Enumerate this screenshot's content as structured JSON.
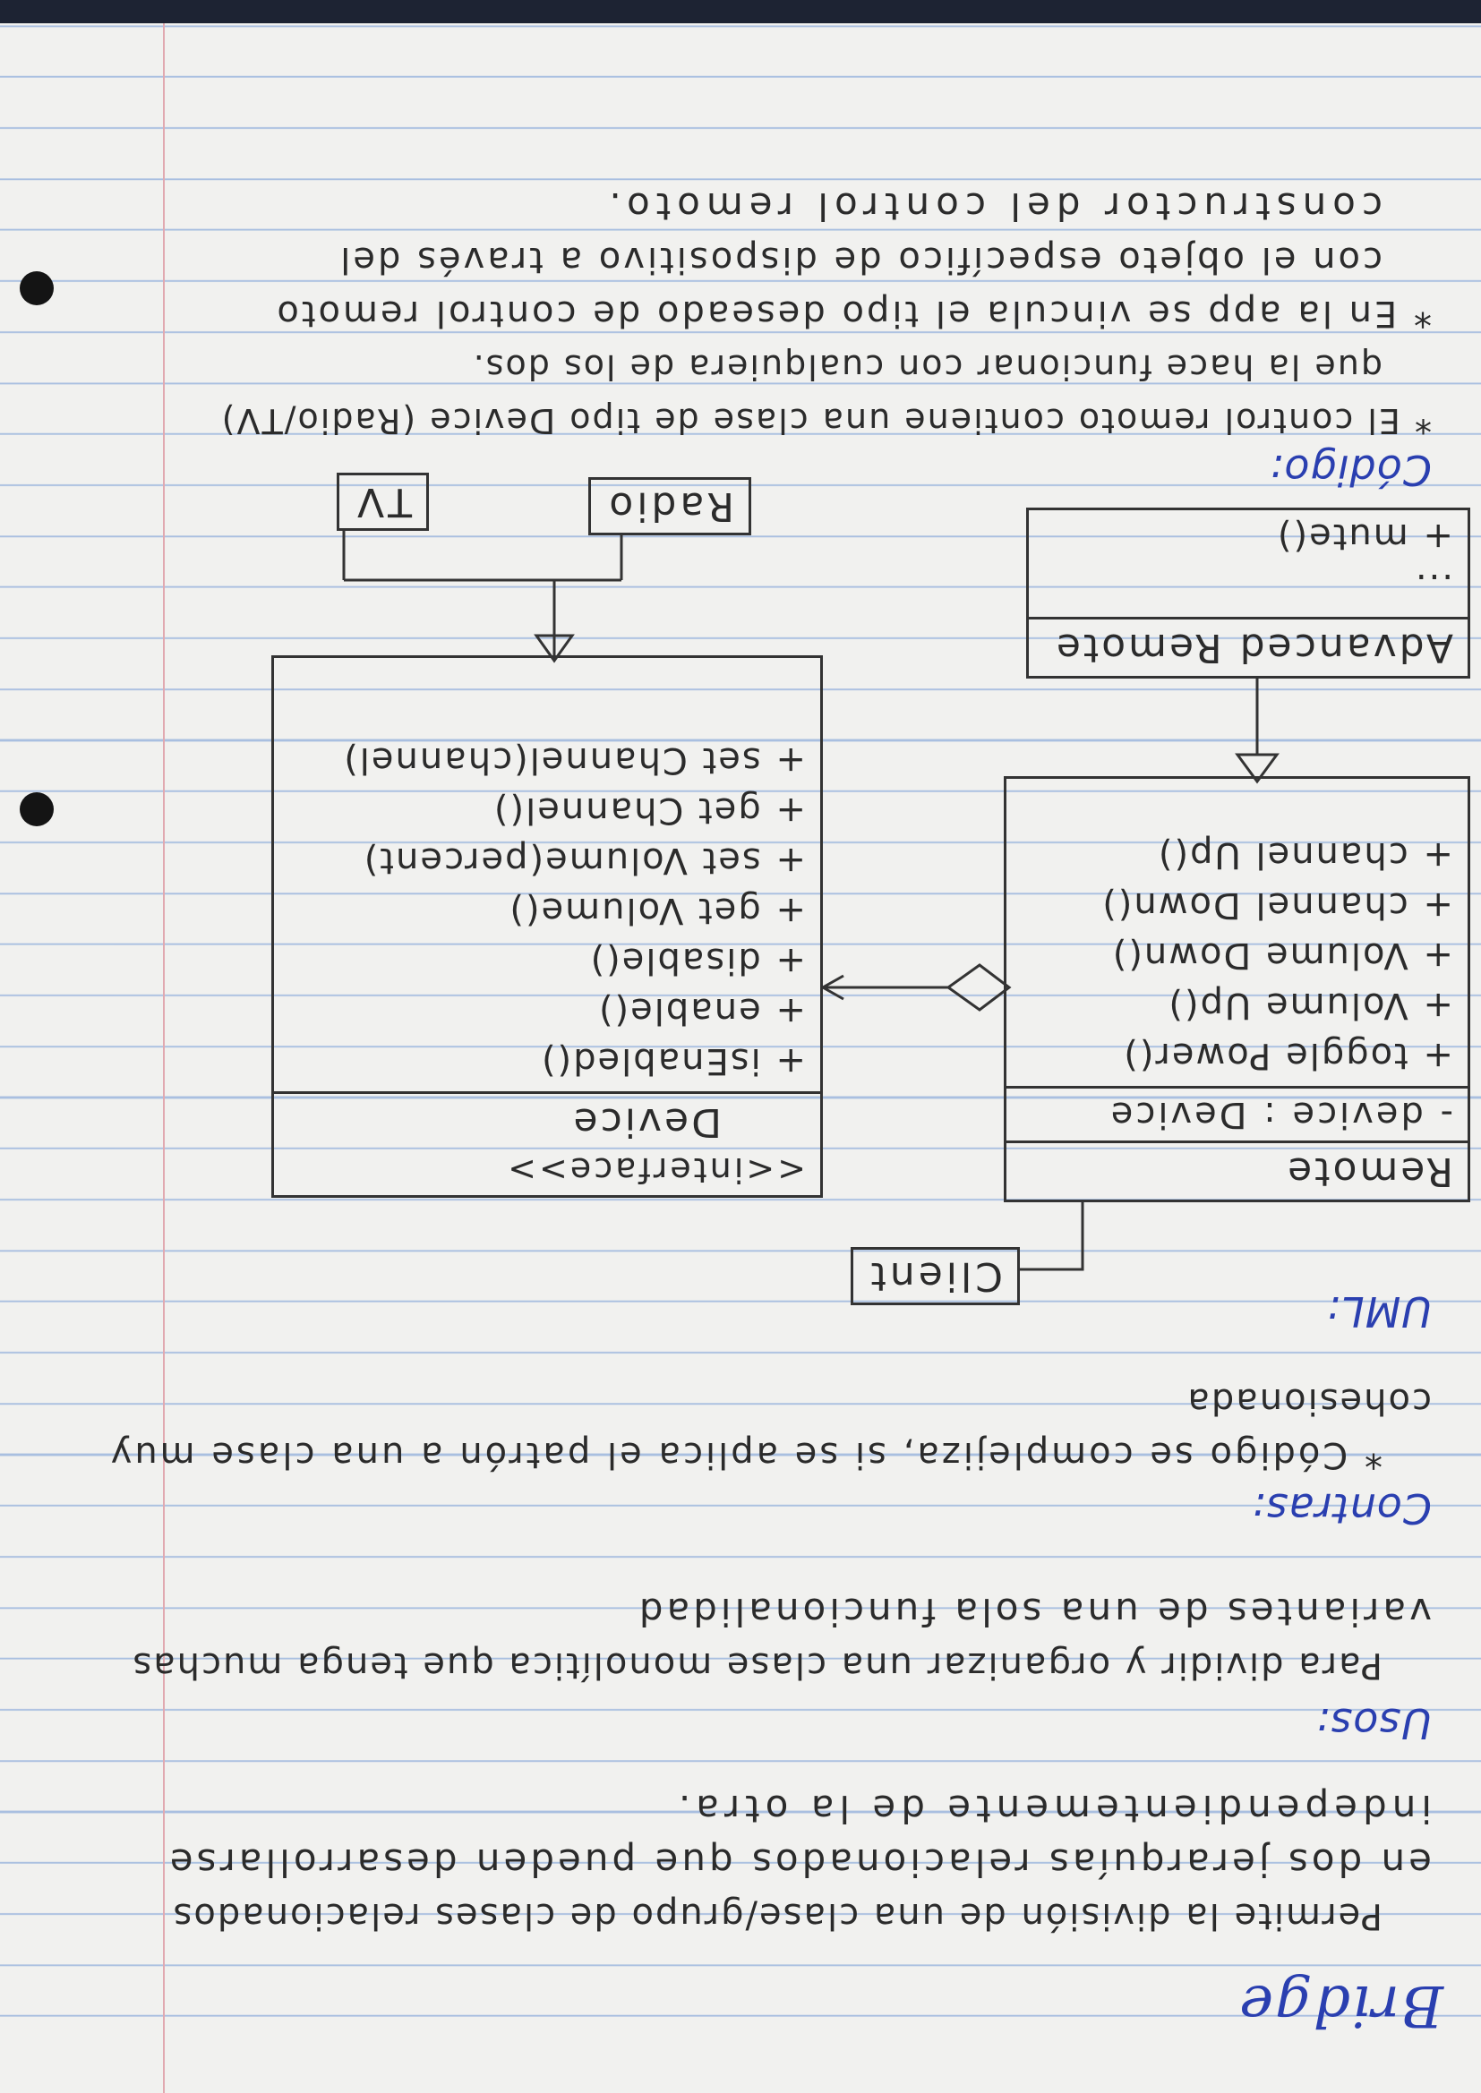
{
  "title": "Bridge",
  "intro": [
    "Permite la división de una clase/grupo de clases relacionados",
    "en dos jerarquías relacionados que pueden desarrollarse",
    "independientemente de la otra."
  ],
  "usos": {
    "heading": "Usos:",
    "lines": [
      "Para dividir y organizar una clase monolítica que tenga muchas",
      "variantes de una sola funcionalidad"
    ]
  },
  "contras": {
    "heading": "Contras:",
    "lines": [
      "* Código se complejiza, si se aplica el patrón a una clase muy",
      "cohesionada"
    ]
  },
  "uml": {
    "heading": "UML:",
    "client": "Client",
    "remote": {
      "title": "Remote",
      "attribute": "- device : Device",
      "operations": [
        "+ toggle Power()",
        "+ Volume Up()",
        "+ Volume Down()",
        "+ channel Down()",
        "+ channel Up()"
      ]
    },
    "advanced_remote": {
      "title": "Advanced Remote",
      "operations": [
        "...",
        "+ mute()"
      ]
    },
    "device": {
      "stereotype": "<<interface>>",
      "title": "Device",
      "operations": [
        "+ isEnabled()",
        "+ enable()",
        "+ disable()",
        "+ get Volume()",
        "+ set Volume(percent)",
        "+ get Channel()",
        "+ set Channel(channel)"
      ]
    },
    "radio": "Radio",
    "tv": "TV"
  },
  "codigo": {
    "heading": "Código:",
    "lines": [
      "* El control remoto contiene una clase de tipo Device (Radio/TV)",
      "que la hace funcionar con cualquiera de los dos.",
      "* En la app se vincula el tipo deseado de control remoto",
      "con el objeto específico de dispositivo a través del",
      "constructor del control remoto."
    ]
  },
  "colors": {
    "paper": "#f1f1ef",
    "rule": "#a9bfe0",
    "pencil": "#2b2b2b",
    "blue_ink": "#2a3fb0"
  }
}
